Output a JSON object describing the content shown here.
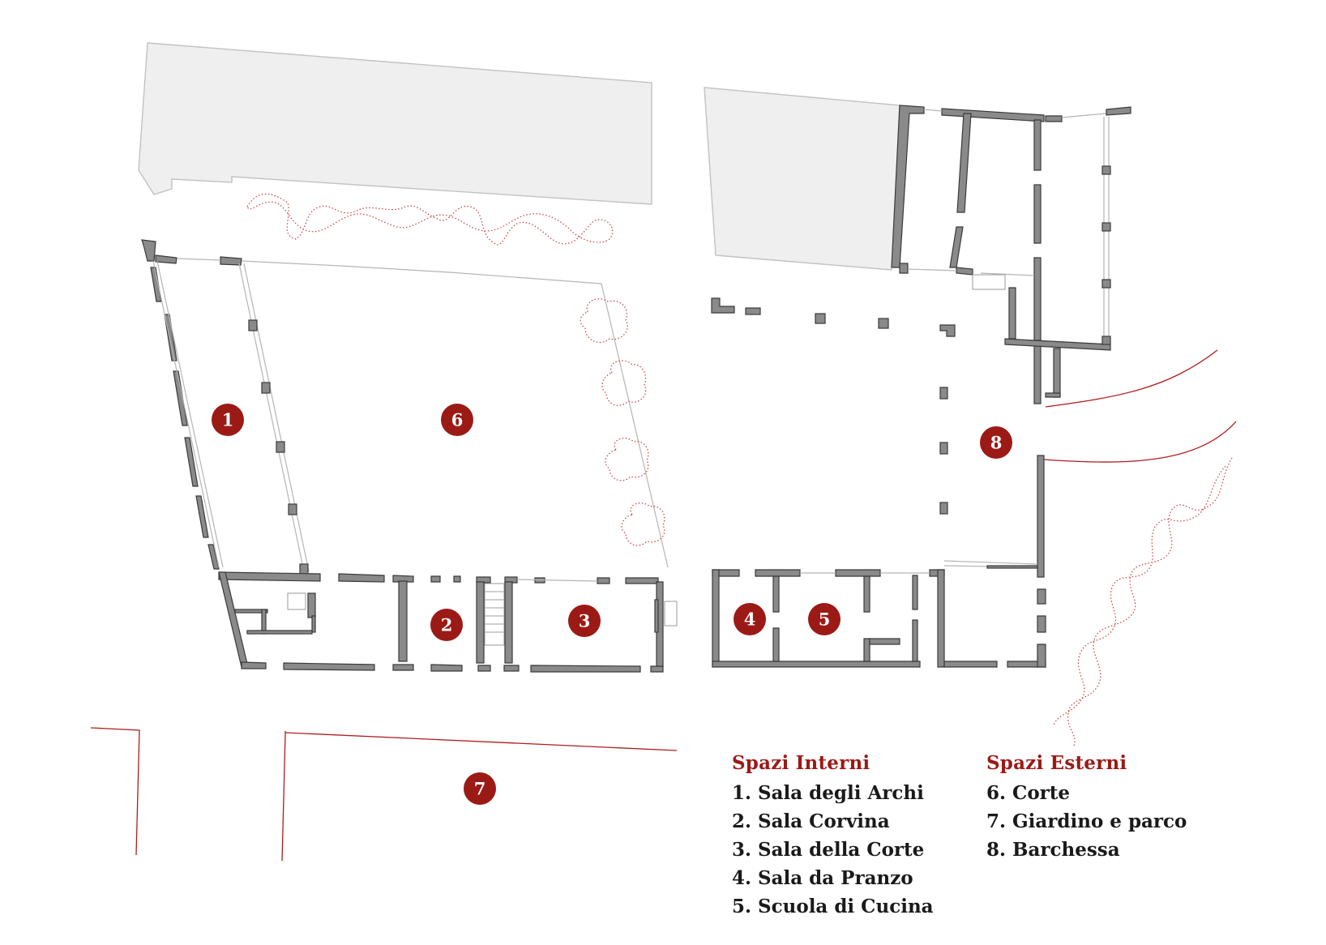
{
  "markers": [
    {
      "label": "1"
    },
    {
      "label": "6"
    },
    {
      "label": "8"
    },
    {
      "label": "2"
    },
    {
      "label": "3"
    },
    {
      "label": "4"
    },
    {
      "label": "5"
    },
    {
      "label": "7"
    }
  ],
  "legend": {
    "interni": {
      "title": "Spazi Interni",
      "items": [
        "1. Sala degli Archi",
        "2. Sala Corvina",
        "3. Sala della Corte",
        "4. Sala da Pranzo",
        "5. Scuola di Cucina"
      ]
    },
    "esterni": {
      "title": "Spazi Esterni",
      "items": [
        "6. Corte",
        "7. Giardino e parco",
        "8. Barchessa"
      ]
    }
  },
  "colors": {
    "accent": "#9b1a16",
    "wall": "#8a8a8a",
    "text": "#1a1a1a"
  }
}
